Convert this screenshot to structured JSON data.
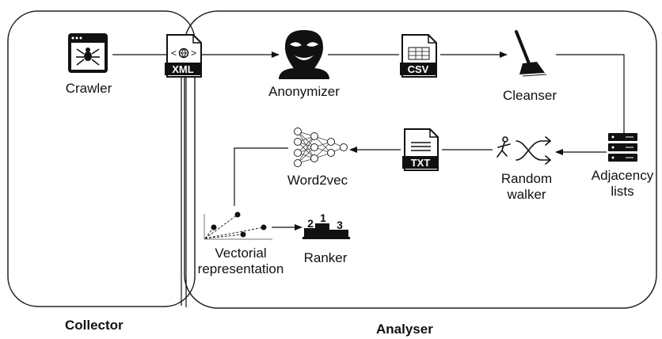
{
  "groups": {
    "collector": "Collector",
    "analyser": "Analyser"
  },
  "nodes": {
    "crawler": "Crawler",
    "xml": "XML",
    "anonymizer": "Anonymizer",
    "csv": "CSV",
    "cleanser": "Cleanser",
    "adjacency_1": "Adjacency",
    "adjacency_2": "lists",
    "random_1": "Random",
    "random_2": "walker",
    "txt": "TXT",
    "word2vec": "Word2vec",
    "vectorial_1": "Vectorial",
    "vectorial_2": "representation",
    "ranker": "Ranker",
    "podium": [
      "2",
      "1",
      "3"
    ]
  },
  "icons": [
    "browser-spider-icon",
    "xml-file-icon",
    "mask-icon",
    "csv-file-icon",
    "broom-icon",
    "server-stack-icon",
    "random-walk-icon",
    "txt-file-icon",
    "neural-network-icon",
    "vector-plot-icon",
    "podium-icon"
  ]
}
